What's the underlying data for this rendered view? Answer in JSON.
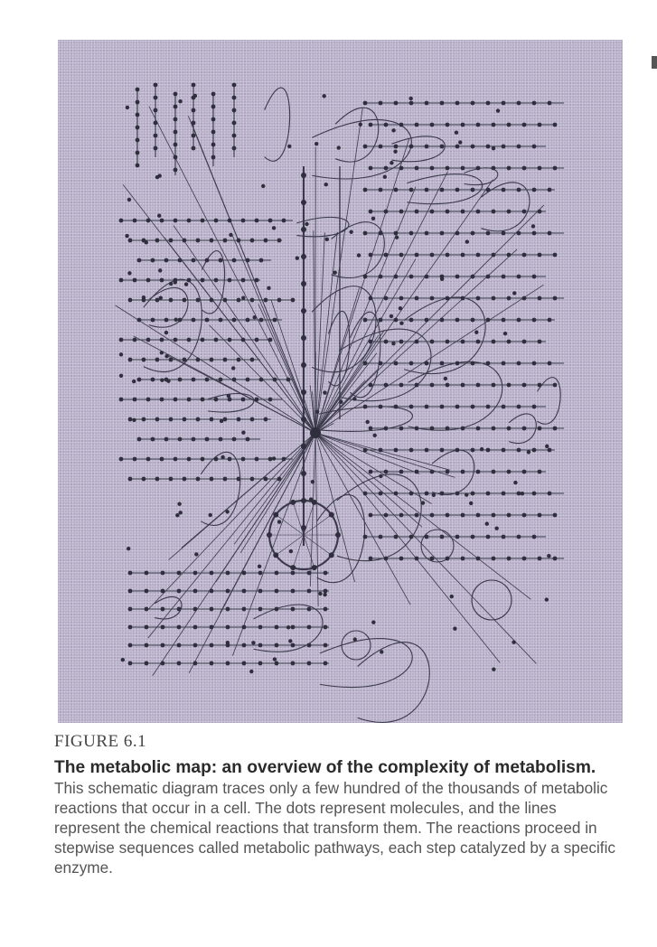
{
  "figure": {
    "label": "FIGURE 6.1",
    "caption_title": "The metabolic map: an overview of the complexity of metabolism.",
    "caption_body": "This schematic diagram traces only a few hundred of the thousands of metabolic reactions that occur in a cell. The dots represent molecules, and the lines represent the chemical reactions that transform them. The reactions proceed in stepwise sequences called metabolic pathways, each step catalyzed by a specific enzyme."
  },
  "colors": {
    "panel_bg": "#b7aec8",
    "ink": "#3a3a4a"
  }
}
